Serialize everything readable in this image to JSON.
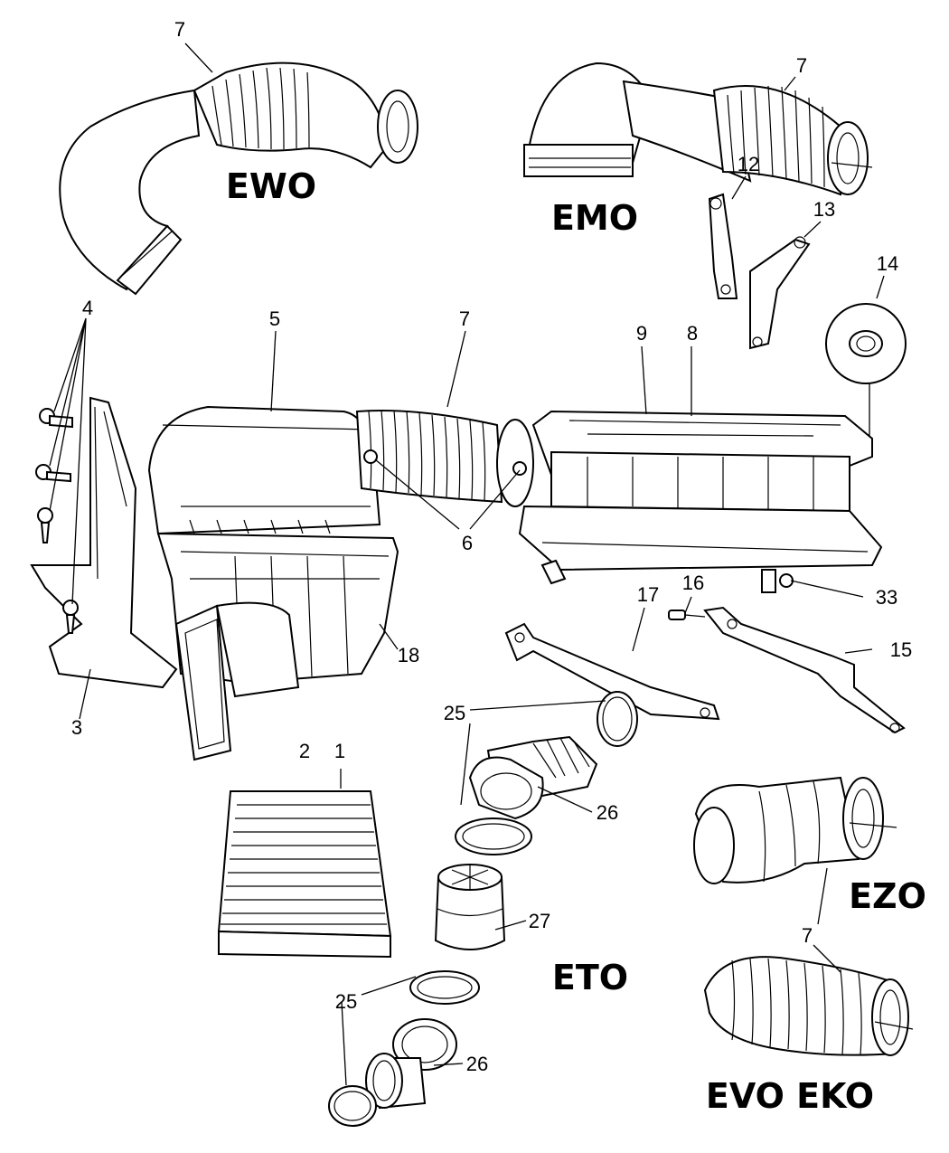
{
  "callouts": {
    "c7_ewo": "7",
    "c7_emo": "7",
    "c12": "12",
    "c13": "13",
    "c14": "14",
    "c4": "4",
    "c5": "5",
    "c7_main": "7",
    "c9": "9",
    "c8": "8",
    "c6": "6",
    "c33": "33",
    "c16": "16",
    "c17": "17",
    "c15": "15",
    "c18": "18",
    "c3": "3",
    "c25_top": "25",
    "c26_top": "26",
    "c2": "2",
    "c1": "1",
    "c27": "27",
    "c25_bottom": "25",
    "c26_bottom": "26",
    "c7_ezo": "7"
  },
  "engine_codes": {
    "ewo": "EWO",
    "emo": "EMO",
    "ezo": "EZO",
    "eto": "ETO",
    "evo_eko": "EVO EKO"
  }
}
